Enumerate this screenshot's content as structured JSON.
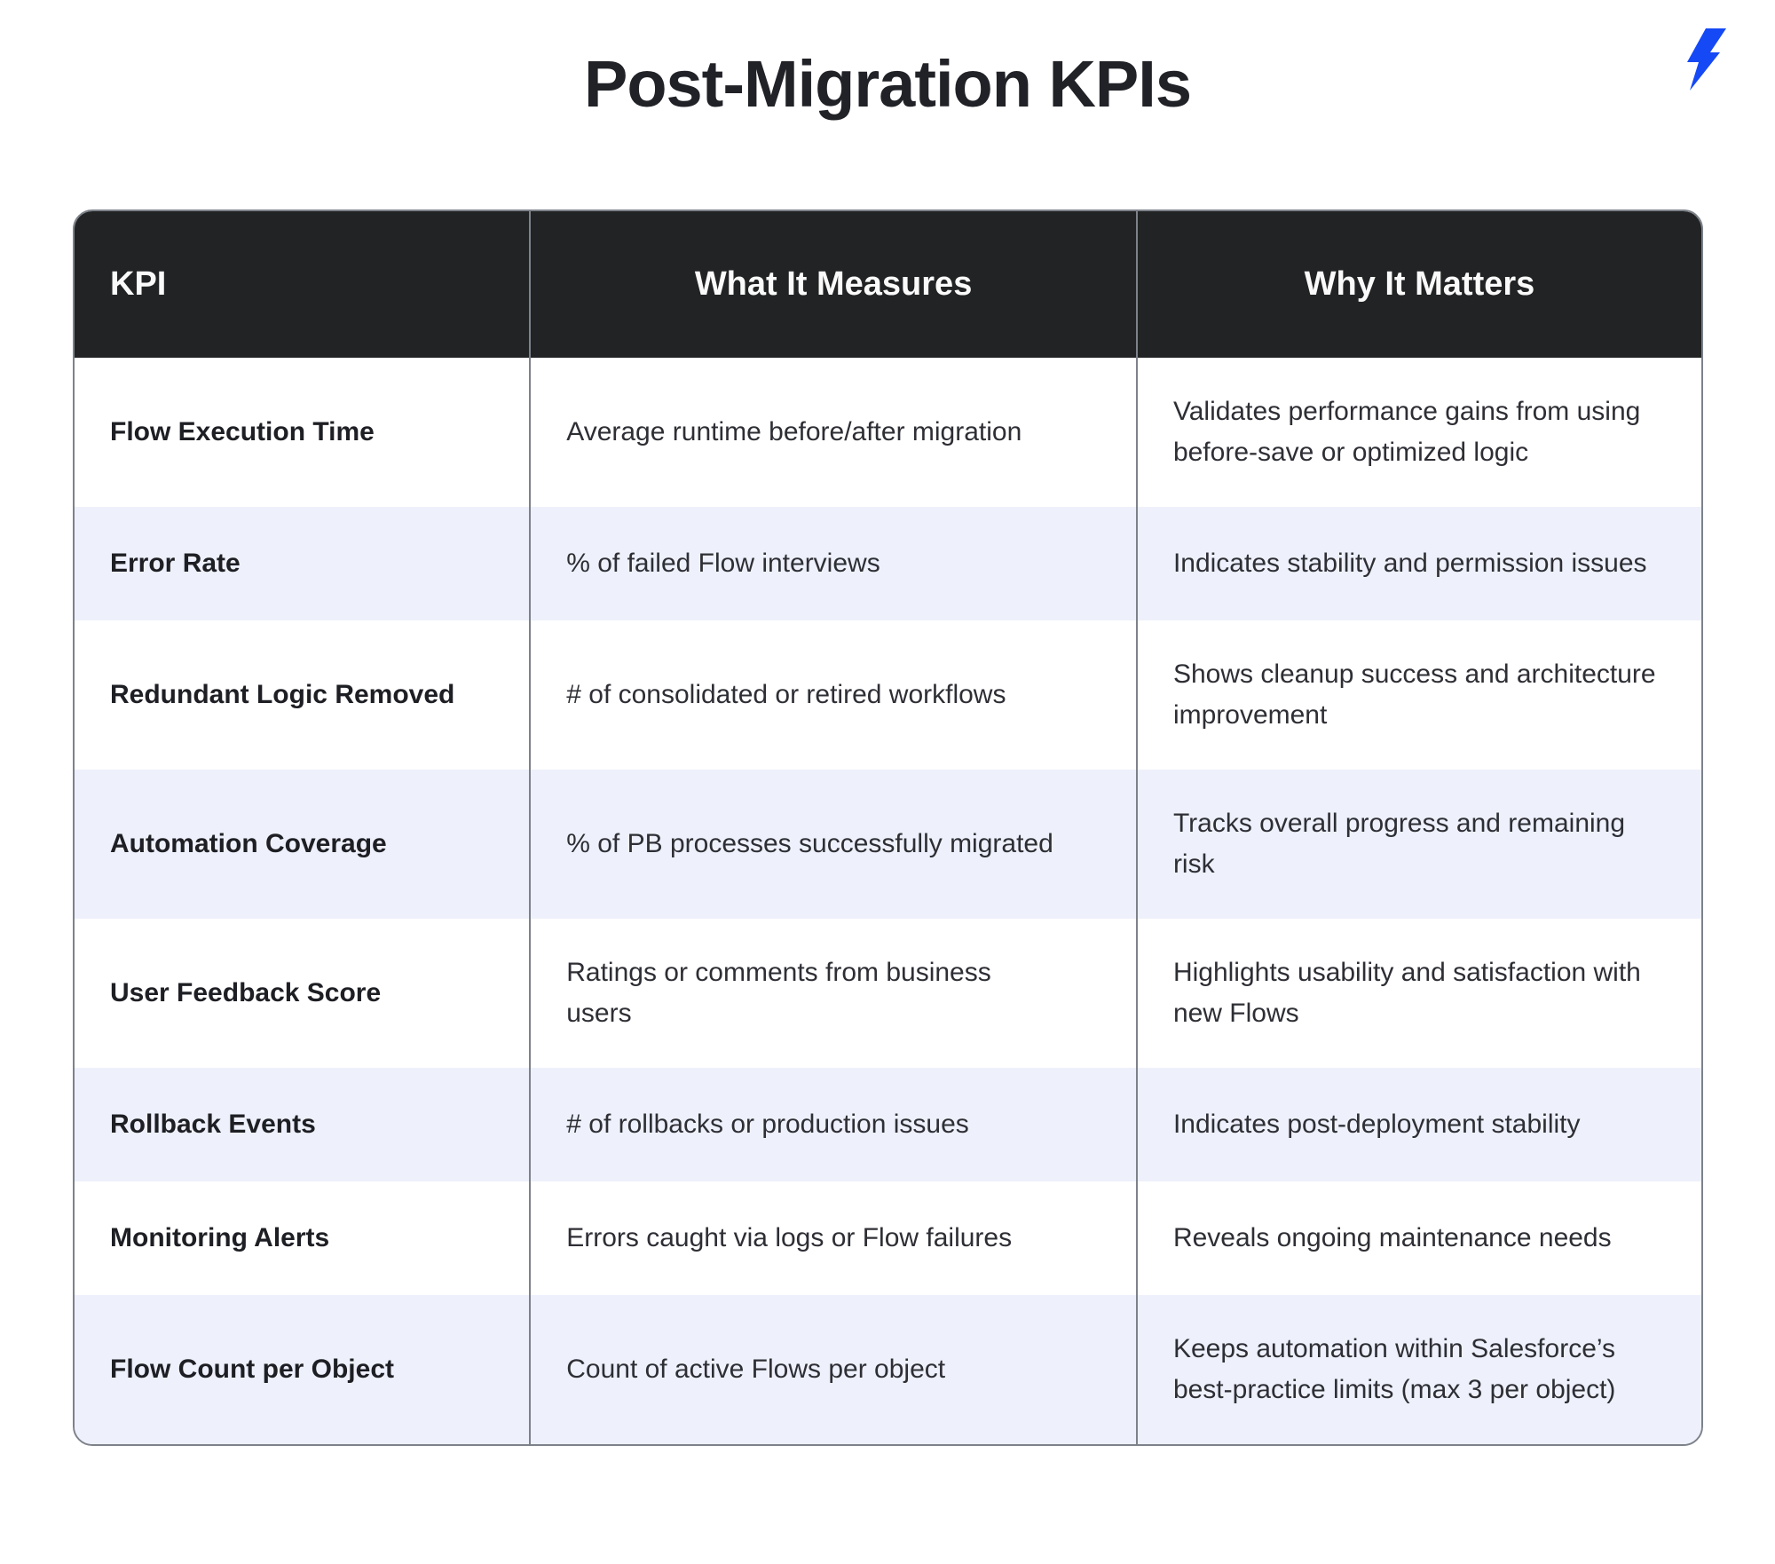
{
  "page": {
    "title": "Post-Migration KPIs"
  },
  "logo": {
    "icon": "lightning-bolt-icon",
    "color": "#1549f5"
  },
  "colors": {
    "header_bg": "#222324",
    "header_text": "#fafafa",
    "row_bg": "#ffffff",
    "row_alt_bg": "#eef0fb",
    "border": "#7d828a",
    "title_text": "#212227",
    "body_text": "#2e2f35",
    "logo_blue": "#1549f5"
  },
  "table": {
    "columns": [
      "KPI",
      "What It Measures",
      "Why It Matters"
    ],
    "rows": [
      {
        "kpi": "Flow Execution Time",
        "measures": "Average runtime before/after migration",
        "matters": "Validates performance gains from using before-save or optimized logic"
      },
      {
        "kpi": "Error Rate",
        "measures": "% of failed Flow interviews",
        "matters": "Indicates stability and permission issues"
      },
      {
        "kpi": "Redundant Logic Removed",
        "measures": "# of consolidated or retired workflows",
        "matters": "Shows cleanup success and architecture improvement"
      },
      {
        "kpi": "Automation Coverage",
        "measures": "% of PB processes successfully migrated",
        "matters": "Tracks overall progress and remaining risk"
      },
      {
        "kpi": "User Feedback Score",
        "measures": "Ratings or comments from business users",
        "matters": "Highlights usability and satisfaction with new Flows"
      },
      {
        "kpi": "Rollback Events",
        "measures": "# of rollbacks or production issues",
        "matters": "Indicates post-deployment stability"
      },
      {
        "kpi": "Monitoring Alerts",
        "measures": "Errors caught via logs or Flow failures",
        "matters": "Reveals ongoing maintenance needs"
      },
      {
        "kpi": "Flow Count per Object",
        "measures": "Count of active Flows per object",
        "matters": "Keeps automation within Salesforce’s best-practice limits (max 3 per object)"
      }
    ]
  }
}
